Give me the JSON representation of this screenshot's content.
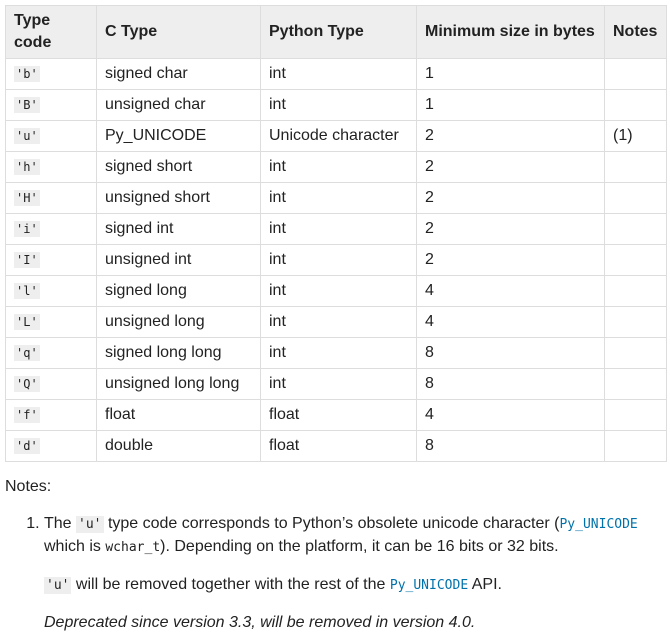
{
  "table": {
    "headers": {
      "type_code": "Type code",
      "c_type": "C Type",
      "python_type": "Python Type",
      "min_size": "Minimum size in bytes",
      "notes": "Notes"
    },
    "rows": [
      {
        "code": "'b'",
        "c_type": "signed char",
        "python_type": "int",
        "size": "1",
        "note": ""
      },
      {
        "code": "'B'",
        "c_type": "unsigned char",
        "python_type": "int",
        "size": "1",
        "note": ""
      },
      {
        "code": "'u'",
        "c_type": "Py_UNICODE",
        "python_type": "Unicode character",
        "size": "2",
        "note": "(1)"
      },
      {
        "code": "'h'",
        "c_type": "signed short",
        "python_type": "int",
        "size": "2",
        "note": ""
      },
      {
        "code": "'H'",
        "c_type": "unsigned short",
        "python_type": "int",
        "size": "2",
        "note": ""
      },
      {
        "code": "'i'",
        "c_type": "signed int",
        "python_type": "int",
        "size": "2",
        "note": ""
      },
      {
        "code": "'I'",
        "c_type": "unsigned int",
        "python_type": "int",
        "size": "2",
        "note": ""
      },
      {
        "code": "'l'",
        "c_type": "signed long",
        "python_type": "int",
        "size": "4",
        "note": ""
      },
      {
        "code": "'L'",
        "c_type": "unsigned long",
        "python_type": "int",
        "size": "4",
        "note": ""
      },
      {
        "code": "'q'",
        "c_type": "signed long long",
        "python_type": "int",
        "size": "8",
        "note": ""
      },
      {
        "code": "'Q'",
        "c_type": "unsigned long long",
        "python_type": "int",
        "size": "8",
        "note": ""
      },
      {
        "code": "'f'",
        "c_type": "float",
        "python_type": "float",
        "size": "4",
        "note": ""
      },
      {
        "code": "'d'",
        "c_type": "double",
        "python_type": "float",
        "size": "8",
        "note": ""
      }
    ]
  },
  "notes": {
    "heading": "Notes:",
    "item1": {
      "p1_text_a": "The ",
      "p1_code_u": "'u'",
      "p1_text_b": " type code corresponds to Python’s obsolete unicode character (",
      "p1_link_py_unicode": "Py_UNICODE",
      "p1_text_c": " which is ",
      "p1_code_wchar": "wchar_t",
      "p1_text_d": "). Depending on the platform, it can be 16 bits or 32 bits.",
      "p2_code_u": "'u'",
      "p2_text_a": " will be removed together with the rest of the ",
      "p2_link_py_unicode": "Py_UNICODE",
      "p2_text_b": " API.",
      "p3_text": "Deprecated since version 3.3, will be removed in version 4.0."
    }
  },
  "colors": {
    "header_bg": "#eeeeee",
    "border": "#dddddd",
    "link": "#0072aa",
    "text": "#222222"
  }
}
